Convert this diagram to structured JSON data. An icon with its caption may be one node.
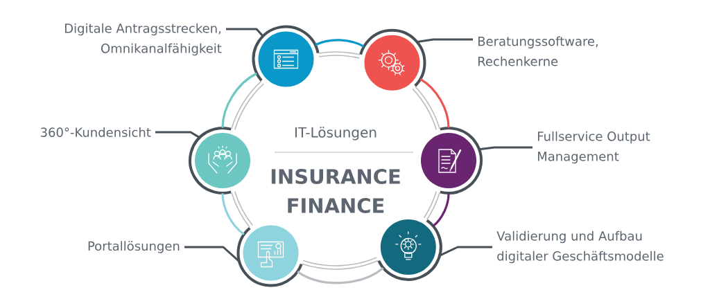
{
  "diagram": {
    "nodes": [
      {
        "text": [
          "Digitale Antragsstrecken, Omnikanalfähigkeit"
        ]
      },
      {
        "text": [],
        "shape": "circle"
      },
      {
        "text": [
          "Beratungssoftware, Rechenkerne"
        ]
      },
      {
        "text": [],
        "shape": "circle"
      },
      {
        "text": [
          "360°-Kundensicht"
        ]
      },
      {
        "text": [],
        "shape": "circle"
      },
      {
        "text": [
          "Fullservice Output Management"
        ]
      },
      {
        "text": [],
        "shape": "circle"
      },
      {
        "text": [
          "Portallösungen"
        ]
      },
      {
        "text": [],
        "shape": "circle"
      },
      {
        "text": [
          "Validierung und Aufbau digitaler Geschäftsmodelle"
        ]
      },
      {
        "text": [],
        "shape": "circle"
      }
    ],
    "edges": [
      {
        "from": 0,
        "to": 1,
        "arrow": "none"
      },
      {
        "from": 2,
        "to": 3,
        "arrow": "none"
      },
      {
        "from": 4,
        "to": 5,
        "arrow": "none"
      },
      {
        "from": 6,
        "to": 7,
        "arrow": "none"
      },
      {
        "from": 8,
        "to": 9,
        "arrow": "none"
      },
      {
        "from": 10,
        "to": 11,
        "arrow": "none"
      },
      {
        "from": 1,
        "to": 3,
        "arrow": "none",
        "color": "#0a97c9"
      },
      {
        "from": 3,
        "to": 7,
        "arrow": "none",
        "color": "#ef5350"
      },
      {
        "from": 7,
        "to": 11,
        "arrow": "none",
        "color": "#6a2570"
      },
      {
        "from": 11,
        "to": 9,
        "arrow": "none",
        "color": "#babdc1"
      },
      {
        "from": 9,
        "to": 5,
        "arrow": "none",
        "color": "#8ed4de"
      },
      {
        "from": 5,
        "to": 1,
        "arrow": "none",
        "color": "#6cc6c1"
      }
    ],
    "labels": [
      "IT-Lösungen",
      "INSURANCE FINANCE"
    ]
  }
}
